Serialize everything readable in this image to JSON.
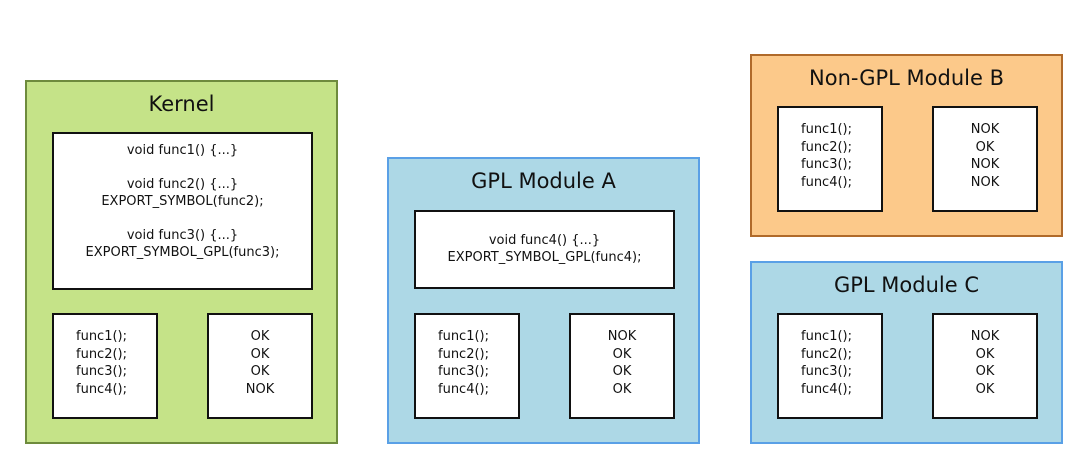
{
  "colors": {
    "kernel_fill": "#c5e388",
    "kernel_border": "#6e8b3d",
    "gpl_fill": "#add8e6",
    "gpl_border": "#5aa0e6",
    "nongpl_fill": "#fcc98a",
    "nongpl_border": "#b06a2a"
  },
  "kernel": {
    "title": "Kernel",
    "code": {
      "line1": "void func1() {...}",
      "line2": "void func2() {...}",
      "line3": "EXPORT_SYMBOL(func2);",
      "line4": "void func3() {...}",
      "line5": "EXPORT_SYMBOL_GPL(func3);"
    },
    "calls": [
      "func1();",
      "func2();",
      "func3();",
      "func4();"
    ],
    "status": [
      "OK",
      "OK",
      "OK",
      "NOK"
    ]
  },
  "gpl_a": {
    "title": "GPL Module A",
    "code": {
      "line1": "void func4() {...}",
      "line2": "EXPORT_SYMBOL_GPL(func4);"
    },
    "calls": [
      "func1();",
      "func2();",
      "func3();",
      "func4();"
    ],
    "status": [
      "NOK",
      "OK",
      "OK",
      "OK"
    ]
  },
  "nongpl_b": {
    "title": "Non-GPL Module B",
    "calls": [
      "func1();",
      "func2();",
      "func3();",
      "func4();"
    ],
    "status": [
      "NOK",
      "OK",
      "NOK",
      "NOK"
    ]
  },
  "gpl_c": {
    "title": "GPL Module C",
    "calls": [
      "func1();",
      "func2();",
      "func3();",
      "func4();"
    ],
    "status": [
      "NOK",
      "OK",
      "OK",
      "OK"
    ]
  }
}
